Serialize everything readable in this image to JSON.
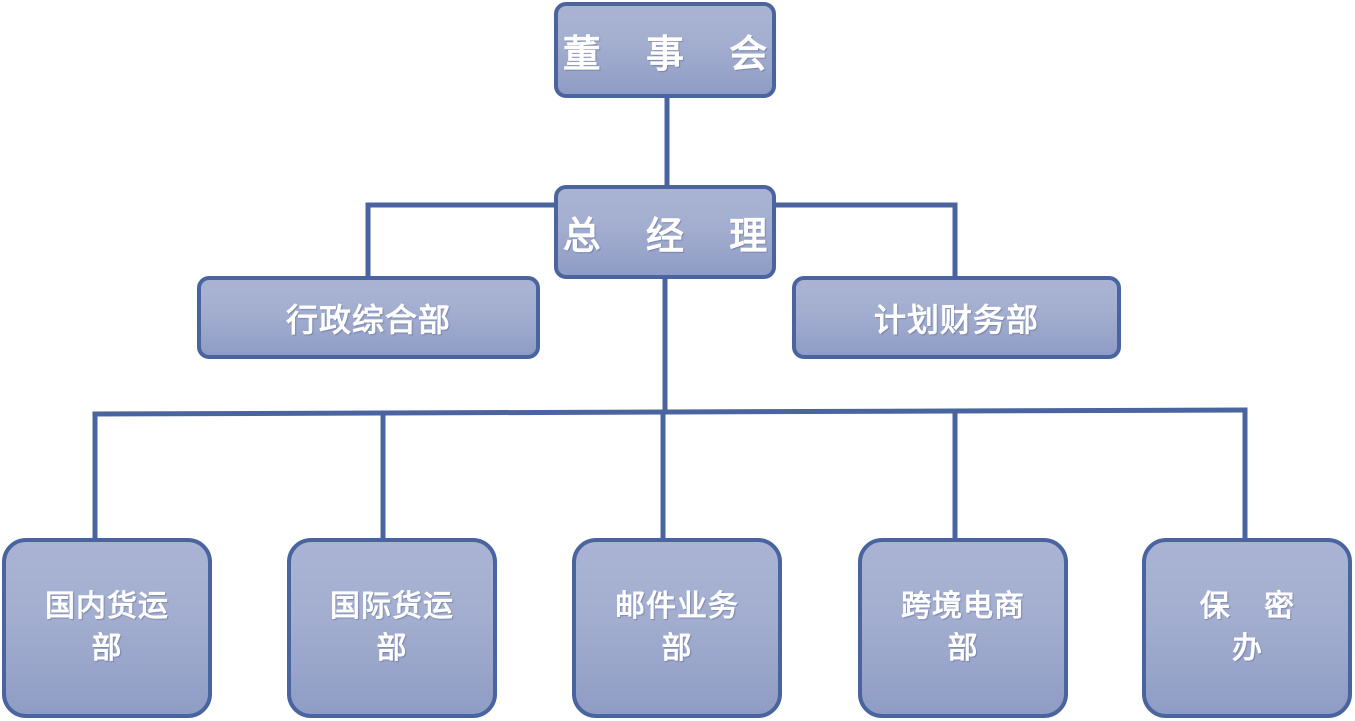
{
  "org_chart": {
    "board": "董 事 会",
    "general_manager": "总 经 理",
    "admin_dept": "行政综合部",
    "finance_dept": "计划财务部",
    "departments": [
      "国内货运部",
      "国际货运部",
      "邮件业务部",
      "跨境电商部",
      "保 密 办"
    ]
  },
  "colors": {
    "box_fill": "#a4afd0",
    "box_border": "#4a64a0",
    "connector": "#4a64a0",
    "text": "#ffffff"
  }
}
